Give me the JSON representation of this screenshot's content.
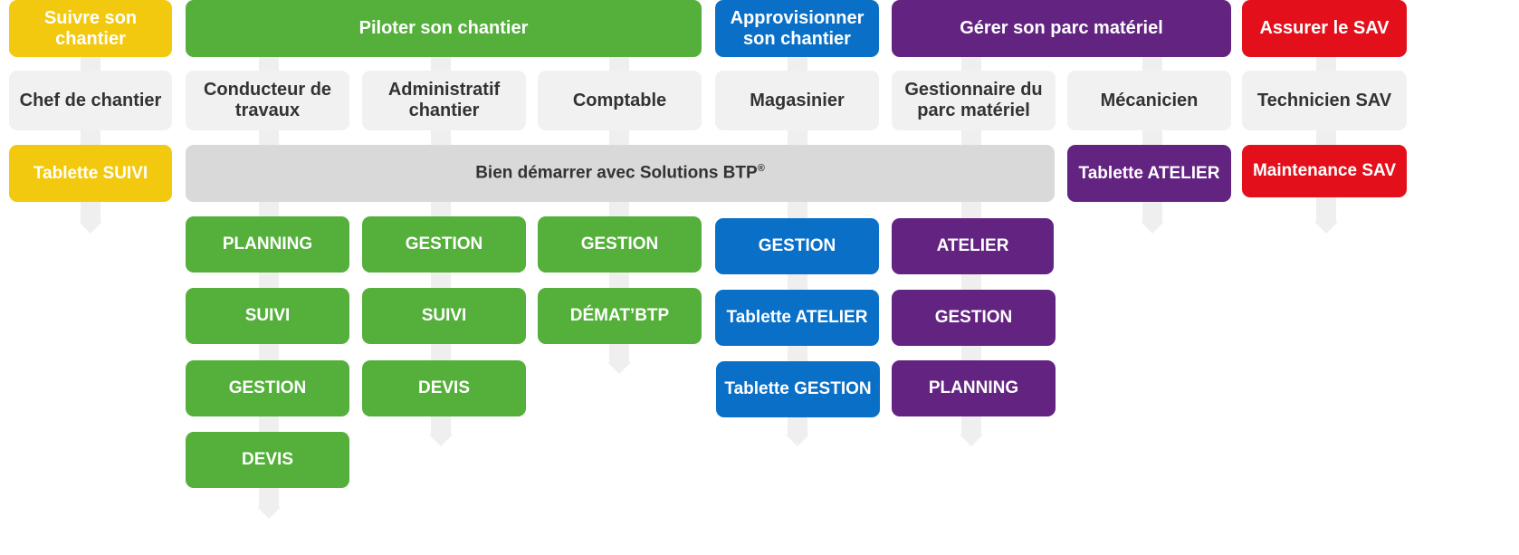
{
  "headers": [
    {
      "label": "Suivre son chantier",
      "color": "#f3c90f"
    },
    {
      "label": "Piloter son chantier",
      "color": "#54b03a"
    },
    {
      "label": "Approvisionner son chantier",
      "color": "#0a70c7"
    },
    {
      "label": "Gérer son parc matériel",
      "color": "#622381"
    },
    {
      "label": "Assurer le SAV",
      "color": "#e3101b"
    }
  ],
  "roles": [
    "Chef de chantier",
    "Conducteur de travaux",
    "Administratif chantier",
    "Comptable",
    "Magasinier",
    "Gestionnaire du parc matériel",
    "Mécanicien",
    "Technicien SAV"
  ],
  "band": {
    "label": "Bien démarrer avec Solutions BTP",
    "mark": "®"
  },
  "products": {
    "chef_de_chantier": [
      "Tablette SUIVI"
    ],
    "conducteur_de_travaux": [
      "PLANNING",
      "SUIVI",
      "GESTION",
      "DEVIS"
    ],
    "administratif_chantier": [
      "GESTION",
      "SUIVI",
      "DEVIS"
    ],
    "comptable": [
      "GESTION",
      "DÉMAT’BTP"
    ],
    "magasinier": [
      "GESTION",
      "Tablette ATELIER",
      "Tablette GESTION"
    ],
    "gestionnaire_parc": [
      "ATELIER",
      "GESTION",
      "PLANNING"
    ],
    "mecanicien": [
      "Tablette ATELIER"
    ],
    "technicien_sav": [
      "Maintenance SAV"
    ]
  }
}
